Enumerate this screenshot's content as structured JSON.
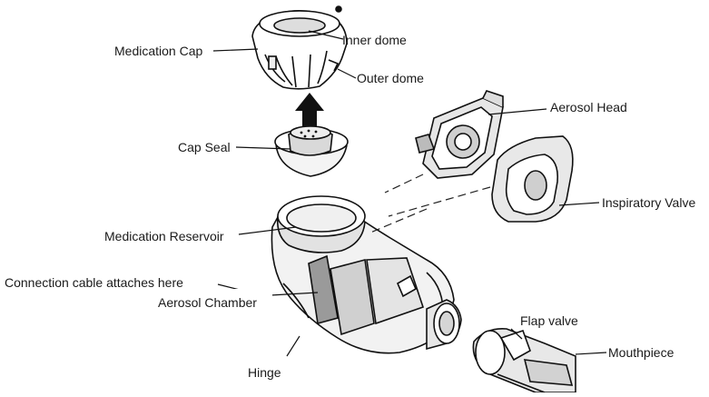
{
  "labels": {
    "medication_cap": "Medication Cap",
    "inner_dome": "Inner dome",
    "outer_dome": "Outer dome",
    "aerosol_head": "Aerosol Head",
    "cap_seal": "Cap Seal",
    "inspiratory_valve": "Inspiratory Valve",
    "medication_reservoir": "Medication Reservoir",
    "connection_cable": "Connection cable attaches here",
    "aerosol_chamber": "Aerosol Chamber",
    "flap_valve": "Flap valve",
    "mouthpiece": "Mouthpiece",
    "hinge": "Hinge"
  }
}
